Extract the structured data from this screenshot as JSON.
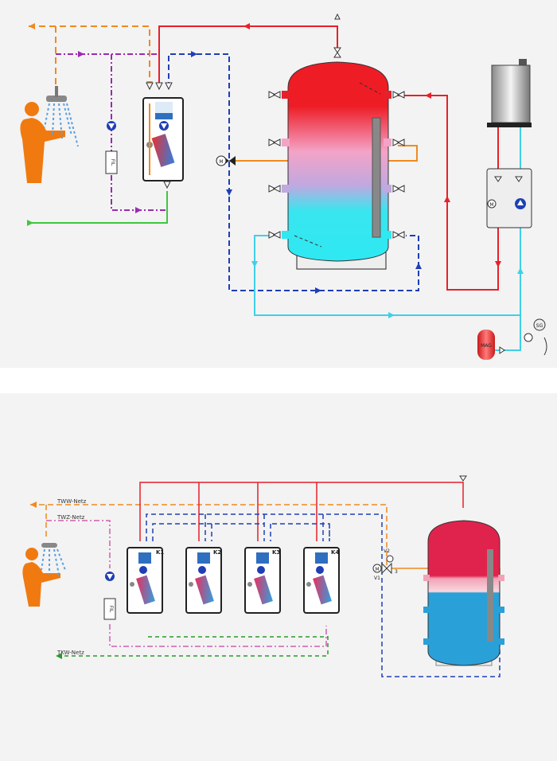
{
  "top": {
    "filter_label": "FIL",
    "motor_label": "M",
    "mag_label": "MAG",
    "sg_label": "SG",
    "colors": {
      "hot": "#e8202a",
      "warm_water": "#f08a1e",
      "circulation": "#9b2bb0",
      "heat_return": "#1f3fb5",
      "cold": "#3fd0e8",
      "fresh": "#3fc63f"
    }
  },
  "bottom": {
    "net_labels": {
      "tww": "TWW-Netz",
      "twz": "TWZ-Netz",
      "tkw": "TKW-Netz"
    },
    "station_labels": [
      "K1",
      "K2",
      "K3",
      "K4"
    ],
    "filter_label": "FIL",
    "valve_labels": {
      "v1": "V1",
      "v2": "V2",
      "num": "3",
      "motor": "M"
    }
  }
}
